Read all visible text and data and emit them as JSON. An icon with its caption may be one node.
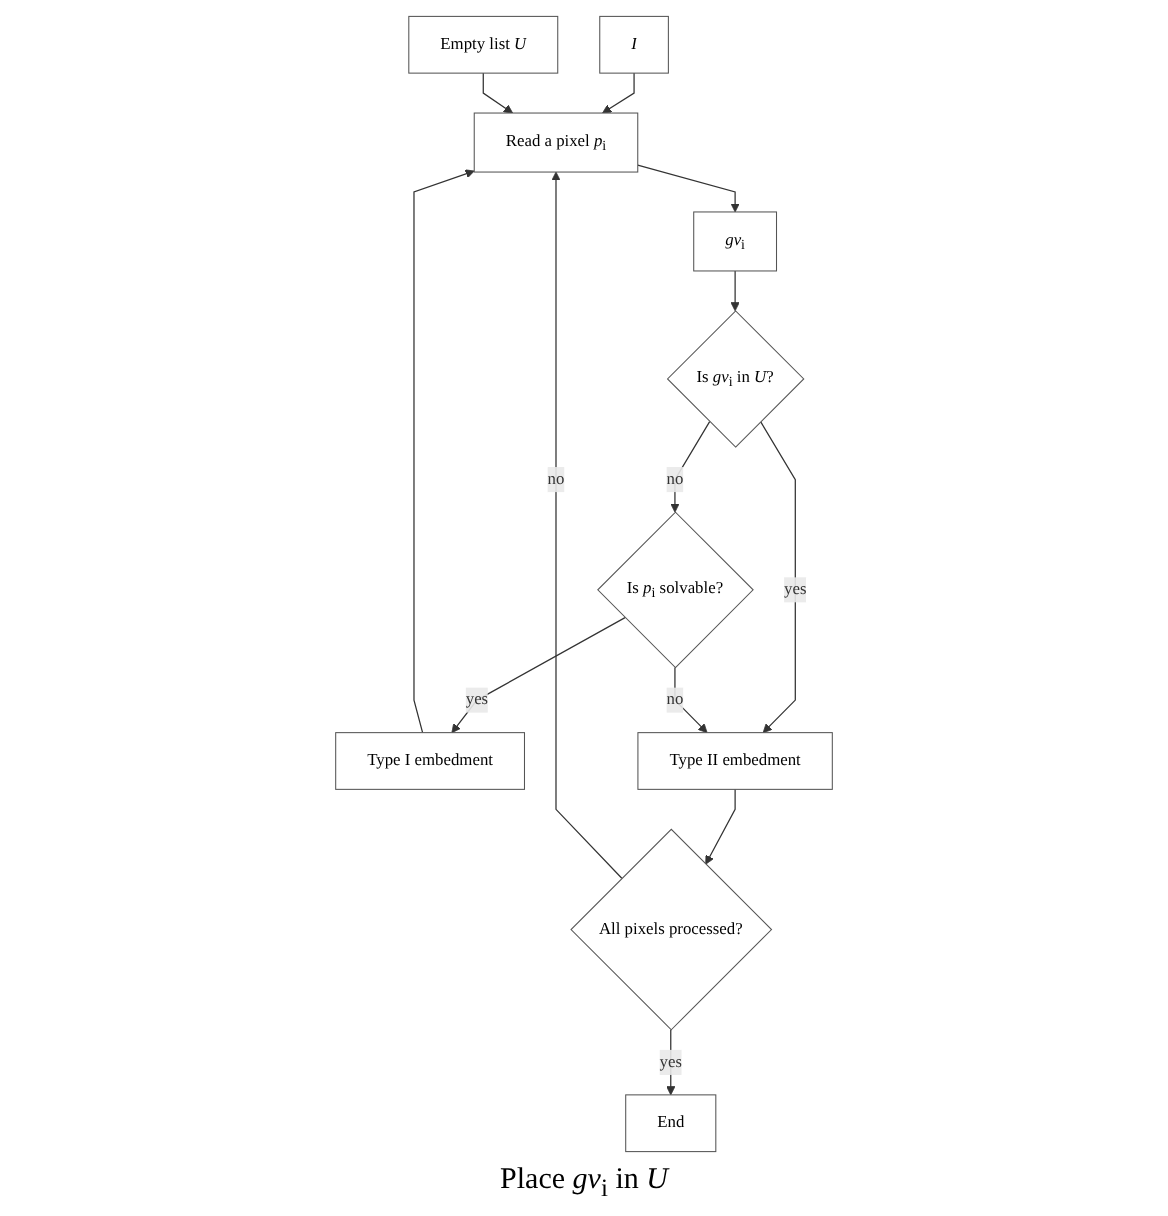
{
  "diagram": {
    "nodes": [
      {
        "text": [
          "I"
        ]
      },
      {
        "text": [
          "Empty list *U*"
        ]
      },
      {
        "text": [
          "Read a pixel *p*$_{i}$"
        ]
      },
      {
        "text": [
          "*gv*$_{i}$"
        ]
      },
      {
        "text": [
          "Is *gv*$_{i}$ in *U*?"
        ]
      },
      {
        "text": [
          "Is *p*$_{i}$ solvable?"
        ]
      },
      {
        "text": [
          "Type I embedment"
        ]
      },
      {
        "text": [
          "Type II embedment"
        ]
      },
      {
        "text": [
          "All pixels processed?"
        ]
      },
      {
        "text": [
          "End"
        ]
      }
    ],
    "edges": [
      {
        "from": 0,
        "to": 2,
        "arrow": "to"
      },
      {
        "from": 1,
        "to": 2,
        "arrow": "to"
      },
      {
        "from": 2,
        "to": 3,
        "arrow": "to"
      },
      {
        "from": 3,
        "to": 4,
        "arrow": "to"
      },
      {
        "from": 4,
        "to": 5,
        "arrow": "to",
        "label": "no"
      },
      {
        "from": 5,
        "to": 6,
        "arrow": "to",
        "label": "yes"
      },
      {
        "from": 4,
        "to": 7,
        "arrow": "to",
        "label": "yes"
      },
      {
        "from": 5,
        "to": 7,
        "arrow": "to",
        "label": "no"
      },
      {
        "from": 7,
        "to": 8,
        "arrow": "to"
      },
      {
        "from": 8,
        "to": 9,
        "arrow": "to",
        "label": "yes"
      },
      {
        "from": 8,
        "to": 2,
        "arrow": "to",
        "label": "no"
      },
      {
        "from": 6,
        "to": 2,
        "arrow": "to"
      }
    ],
    "labels": [
      "Place *gv*$_{i}$ in *U*"
    ]
  }
}
